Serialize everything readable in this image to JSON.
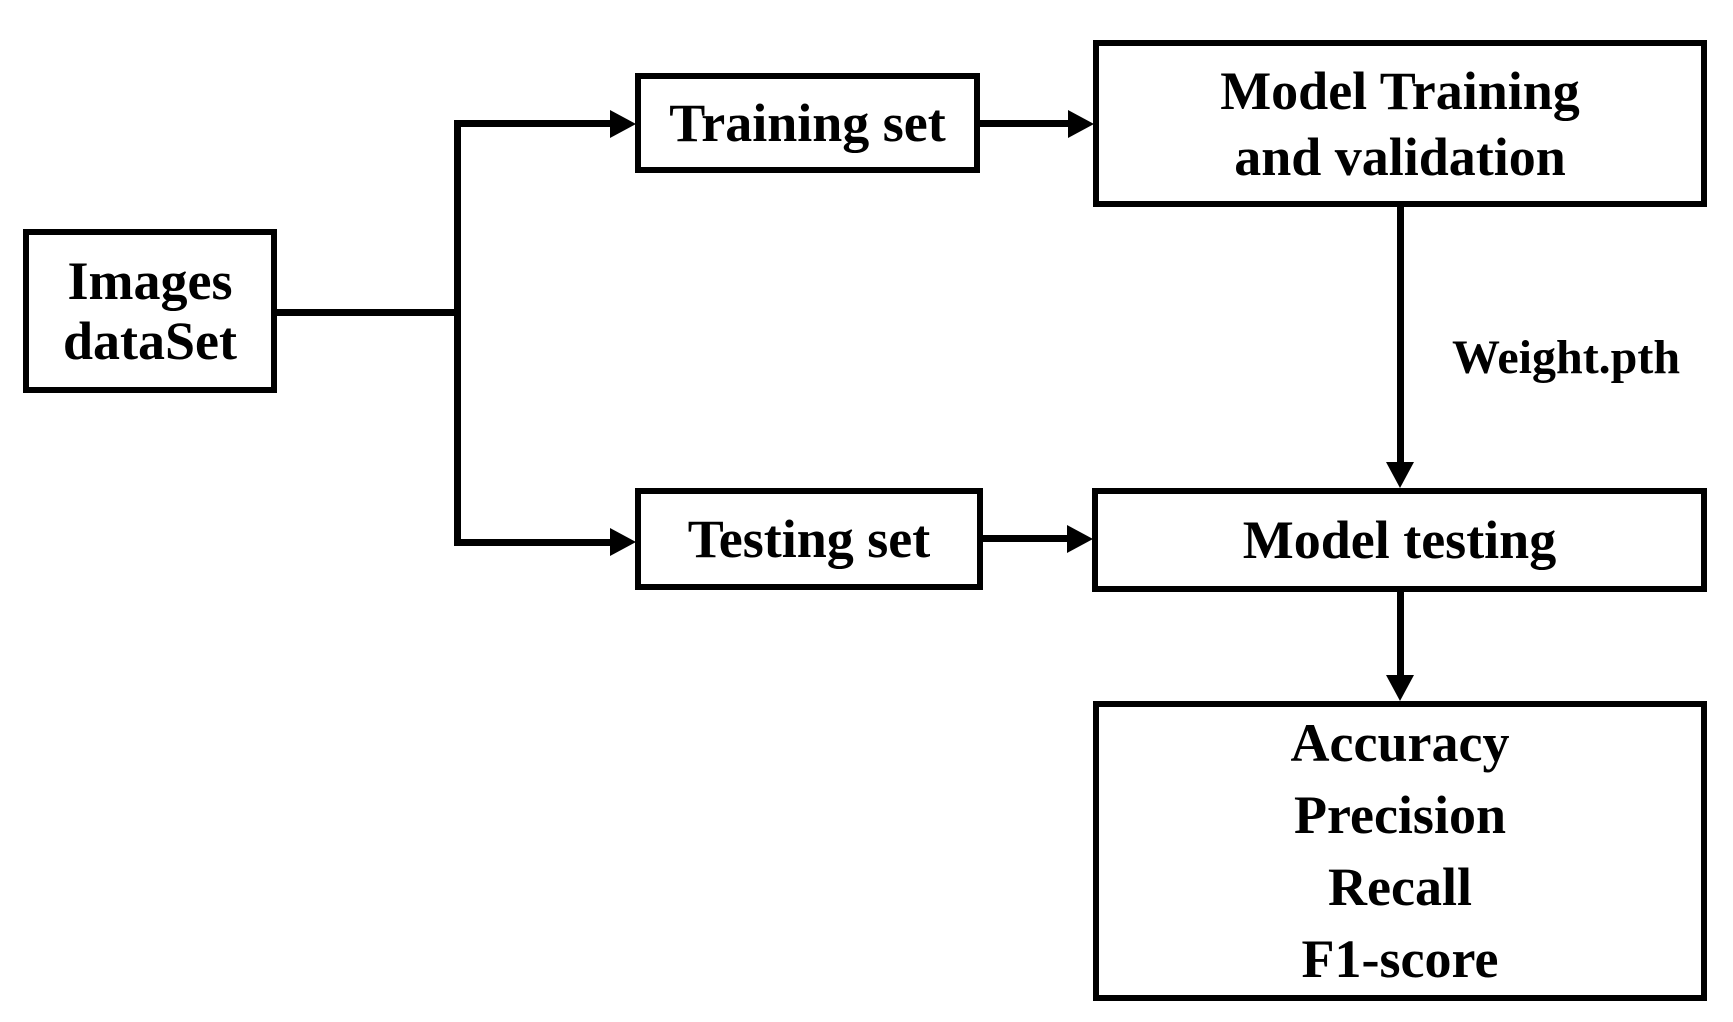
{
  "diagram": {
    "type": "flowchart",
    "colors": {
      "background": "#ffffff",
      "line": "#000000",
      "text": "#000000"
    },
    "nodes": {
      "images_dataset": {
        "lines": [
          "Images",
          "dataSet"
        ]
      },
      "training_set": {
        "label": "Training set"
      },
      "testing_set": {
        "label": "Testing set"
      },
      "model_training": {
        "lines": [
          "Model Training",
          "and validation"
        ]
      },
      "model_testing": {
        "label": "Model testing"
      },
      "evaluation_metrics": {
        "lines": [
          "Accuracy",
          "Precision",
          "Recall",
          "F1-score"
        ]
      }
    },
    "edges": [
      {
        "from": "images_dataset",
        "to": "training_set",
        "label": ""
      },
      {
        "from": "images_dataset",
        "to": "testing_set",
        "label": ""
      },
      {
        "from": "training_set",
        "to": "model_training",
        "label": ""
      },
      {
        "from": "model_training",
        "to": "model_testing",
        "label": "Weight.pth"
      },
      {
        "from": "testing_set",
        "to": "model_testing",
        "label": ""
      },
      {
        "from": "model_testing",
        "to": "evaluation_metrics",
        "label": ""
      }
    ]
  }
}
